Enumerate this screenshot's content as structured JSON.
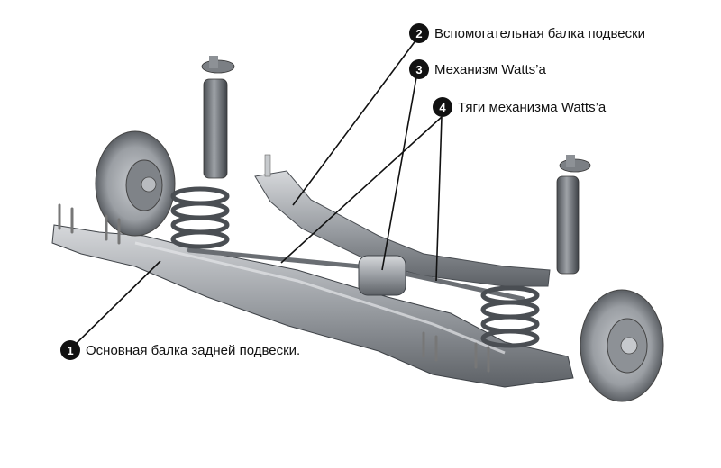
{
  "callouts": [
    {
      "number": "1",
      "label": "Основная балка задней подвески."
    },
    {
      "number": "2",
      "label": "Вспомогательная балка подвески"
    },
    {
      "number": "3",
      "label": "Механизм Watts’a"
    },
    {
      "number": "4",
      "label": "Тяги механизма Watts’a"
    }
  ],
  "colors": {
    "metal_light": "#b9bcc1",
    "metal_mid": "#8e9297",
    "metal_dark": "#55595e",
    "leader": "#111111"
  }
}
